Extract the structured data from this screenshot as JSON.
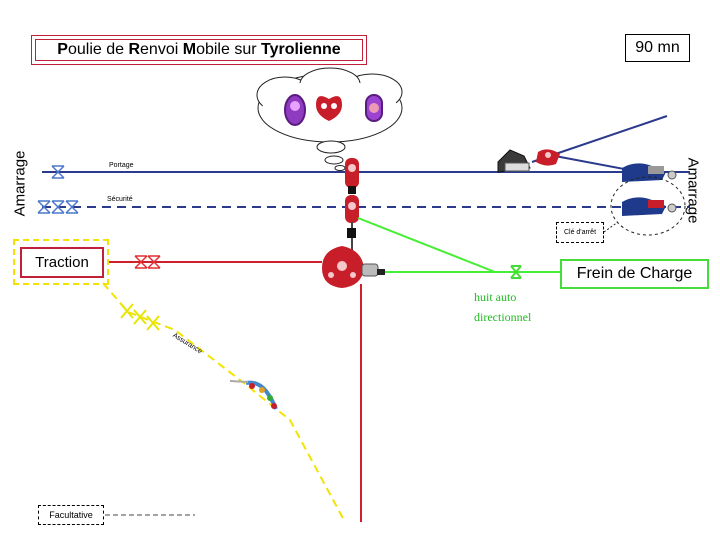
{
  "title": {
    "parts": [
      {
        "text": "P",
        "bold": true
      },
      {
        "text": "oulie de ",
        "bold": false
      },
      {
        "text": "R",
        "bold": true
      },
      {
        "text": "envoi ",
        "bold": false
      },
      {
        "text": "M",
        "bold": true
      },
      {
        "text": "obile sur ",
        "bold": false
      },
      {
        "text": "Tyrolienne",
        "bold": true
      }
    ]
  },
  "duration": "90 mn",
  "anchors": {
    "left": "Amarrage",
    "right": "Amarrage"
  },
  "ropes": {
    "portage": "Portage",
    "securite": "Sécurité",
    "assurance": "Assurance"
  },
  "boxes": {
    "traction": "Traction",
    "frein": "Frein de Charge",
    "cle": "Clé d'arrêt",
    "facultative": "Facultative"
  },
  "notes": {
    "huit_line1": "huit auto",
    "huit_line2": "directionnel"
  },
  "colors": {
    "rope_blue": "#2b3a8c",
    "red": "#d0202e",
    "green": "#44ee33",
    "yellow": "#f2e300",
    "device_red": "#c81e2a"
  },
  "icons": [
    "pulley-icon",
    "knot-icon",
    "cloud-bubble-icon",
    "rope-clamp-icon"
  ]
}
